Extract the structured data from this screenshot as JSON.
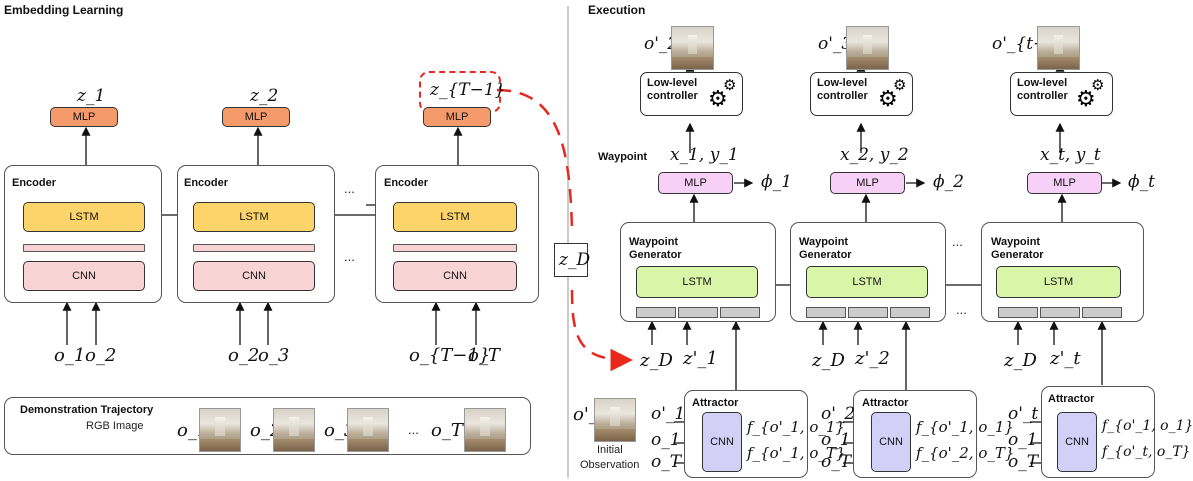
{
  "left": {
    "title": "Embedding Learning",
    "encoder_label": "Encoder",
    "lstm_label": "LSTM",
    "cnn_label": "CNN",
    "mlp_label": "MLP",
    "ellipsis": "...",
    "z_labels": [
      "z_1",
      "z_2",
      "z_{T−1}"
    ],
    "obs_pairs": [
      [
        "o_1",
        "o_2"
      ],
      [
        "o_2",
        "o_3"
      ],
      [
        "o_{T−1}",
        "o_T"
      ]
    ],
    "demo": {
      "title": "Demonstration Trajectory",
      "subtitle": "RGB Image",
      "frames": [
        "o_1",
        "o_2",
        "o_3",
        "...",
        "o_T"
      ]
    }
  },
  "middle": {
    "zd_label": "z_D"
  },
  "right": {
    "title": "Execution",
    "outputs": [
      "o'_2",
      "o'_3",
      "o'_{t+1}"
    ],
    "controller_line1": "Low-level",
    "controller_line2": "controller",
    "waypoint_label": "Waypoint",
    "waypoints": [
      "x_1, y_1",
      "x_2, y_2",
      "x_t, y_t"
    ],
    "phis": [
      "ϕ_1",
      "ϕ_2",
      "ϕ_t"
    ],
    "mlp_label": "MLP",
    "wg_line1": "Waypoint",
    "wg_line2": "Generator",
    "lstm_label": "LSTM",
    "ellipsis": "...",
    "zd": [
      "z_D",
      "z_D",
      "z_D"
    ],
    "zprime": [
      "z'_1",
      "z'_2",
      "z'_t"
    ],
    "attractor_label": "Attractor",
    "cnn_label": "CNN",
    "attr_inputs": [
      [
        "o'_1",
        "o_1",
        "o_T"
      ],
      [
        "o'_2",
        "o_1",
        "o_T"
      ],
      [
        "o'_t",
        "o_1",
        "o_T"
      ]
    ],
    "attr_f_top": [
      "f_{o'_1, o_1}",
      "f_{o'_1, o_1}",
      "f_{o'_1, o_1}"
    ],
    "attr_f_bot": [
      "f_{o'_1, o_T}",
      "f_{o'_2, o_T}",
      "f_{o'_t, o_T}"
    ],
    "initial_obs_label": "o'_1",
    "initial_line1": "Initial",
    "initial_line2": "Observation"
  },
  "colors": {
    "lstm_left": "#fcd46a",
    "cnn_left": "#f9d4d4",
    "mlp_left": "#f49a6b",
    "mlp_right": "#f7d0f7",
    "lstm_right": "#d9f5a8",
    "cnn_right": "#d2d0f7",
    "highlight": "#e8281e"
  }
}
